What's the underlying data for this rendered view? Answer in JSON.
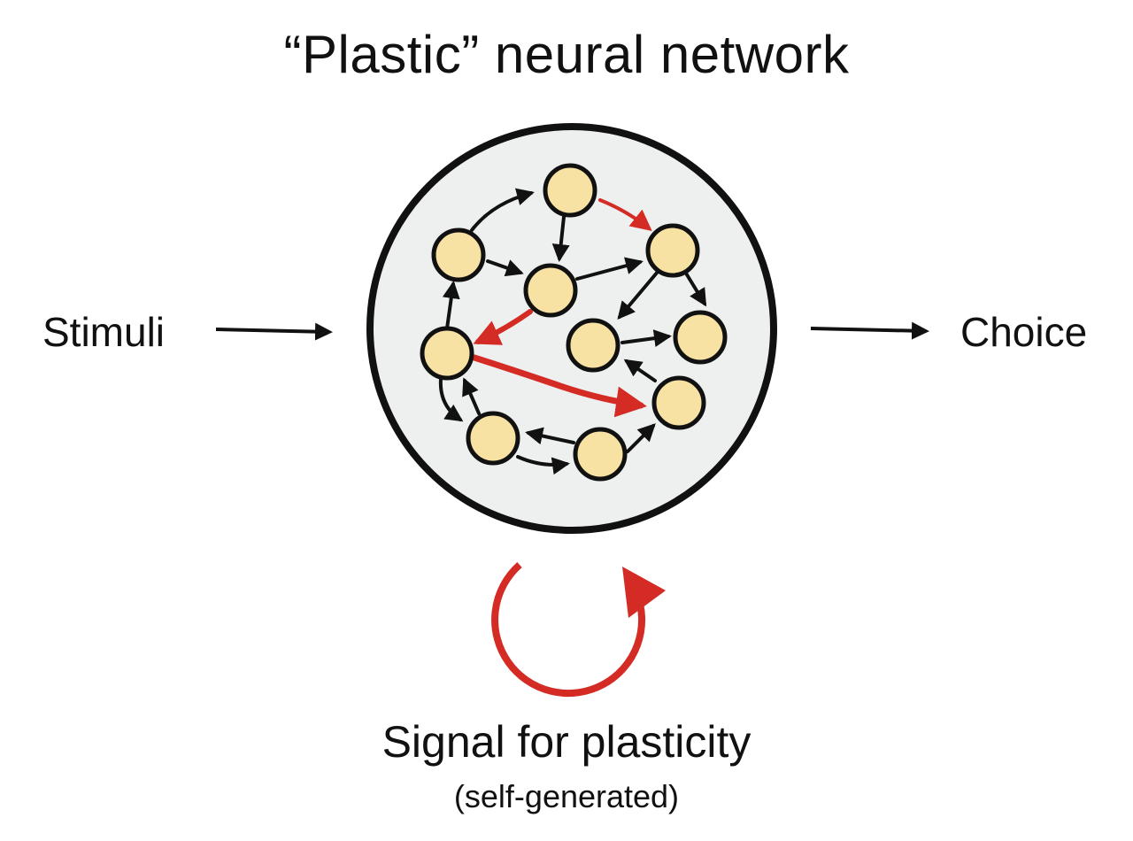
{
  "title": "“Plastic” neural network",
  "input_label": "Stimuli",
  "output_label": "Choice",
  "signal": {
    "label": "Signal for plasticity",
    "sublabel": "(self-generated)"
  },
  "colors": {
    "neuron_fill": "#f8e2a3",
    "network_fill": "#eef0f0",
    "outline": "#111111",
    "plastic_red": "#d42b24"
  }
}
